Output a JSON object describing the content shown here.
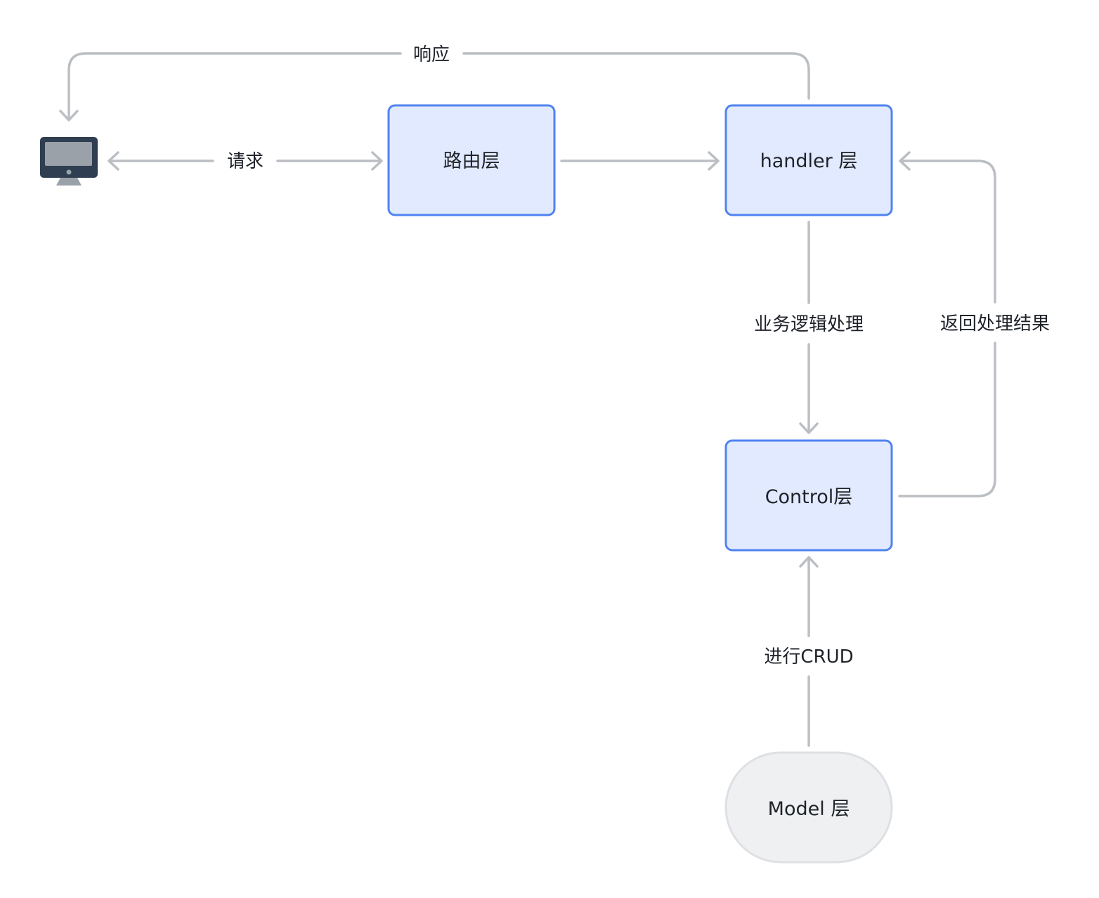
{
  "nodes": {
    "router": {
      "label": "路由层"
    },
    "handler": {
      "label": "handler 层"
    },
    "control": {
      "label": "Control层"
    },
    "model": {
      "label": "Model 层"
    }
  },
  "edges": {
    "response": {
      "label": "响应"
    },
    "request": {
      "label": "请求"
    },
    "business_logic": {
      "label": "业务逻辑处理"
    },
    "return_result": {
      "label": "返回处理结果"
    },
    "crud": {
      "label": "进行CRUD"
    }
  },
  "icons": {
    "client": "computer-monitor-icon"
  },
  "colors": {
    "box_fill": "#e1eaff",
    "box_stroke": "#5083f0",
    "model_fill": "#eff0f1",
    "model_stroke": "#dee0e3",
    "connector": "#bbbfc4",
    "monitor_frame": "#2f3e51",
    "monitor_screen": "#9aa1a9"
  }
}
